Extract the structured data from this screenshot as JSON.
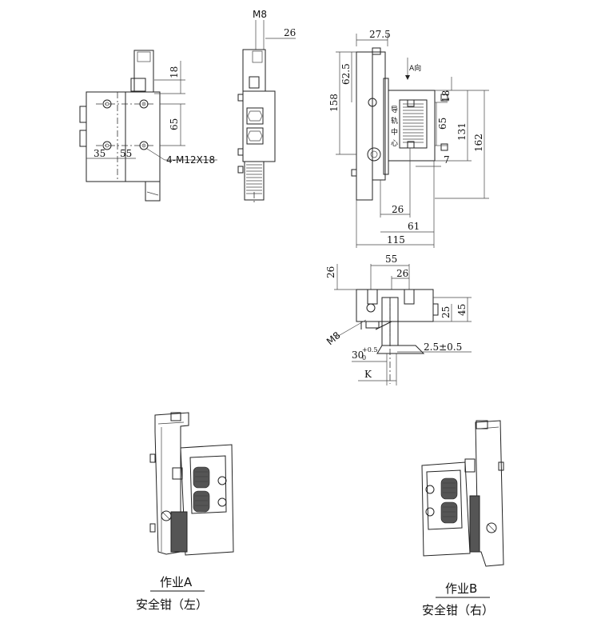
{
  "dimensions": {
    "front": {
      "d18": "18",
      "d65": "65",
      "d35": "35",
      "d55": "55",
      "thread": "4-M12X18"
    },
    "side": {
      "m8": "M8",
      "d26": "26"
    },
    "top_right": {
      "d27_5": "27.5",
      "d62_5": "62.5",
      "d158": "158",
      "a_dir": "A向",
      "d18": "18",
      "d65": "65",
      "d131": "131",
      "d162": "162",
      "d7": "7",
      "d26": "26",
      "d61": "61",
      "d115": "115",
      "rail_text": [
        "导",
        "轨",
        "中",
        "心"
      ]
    },
    "section": {
      "d55": "55",
      "d26a": "26",
      "d26b": "26",
      "d45": "45",
      "d25": "25",
      "m8": "M8",
      "d30": "30",
      "d30_tol": "+0.5",
      "d30_tol2": "0",
      "gap": "2.5±0.5",
      "k": "K"
    }
  },
  "captions": {
    "a": {
      "title": "作业A",
      "subtitle": "安全钳（左）"
    },
    "b": {
      "title": "作业B",
      "subtitle": "安全钳（右）"
    }
  }
}
